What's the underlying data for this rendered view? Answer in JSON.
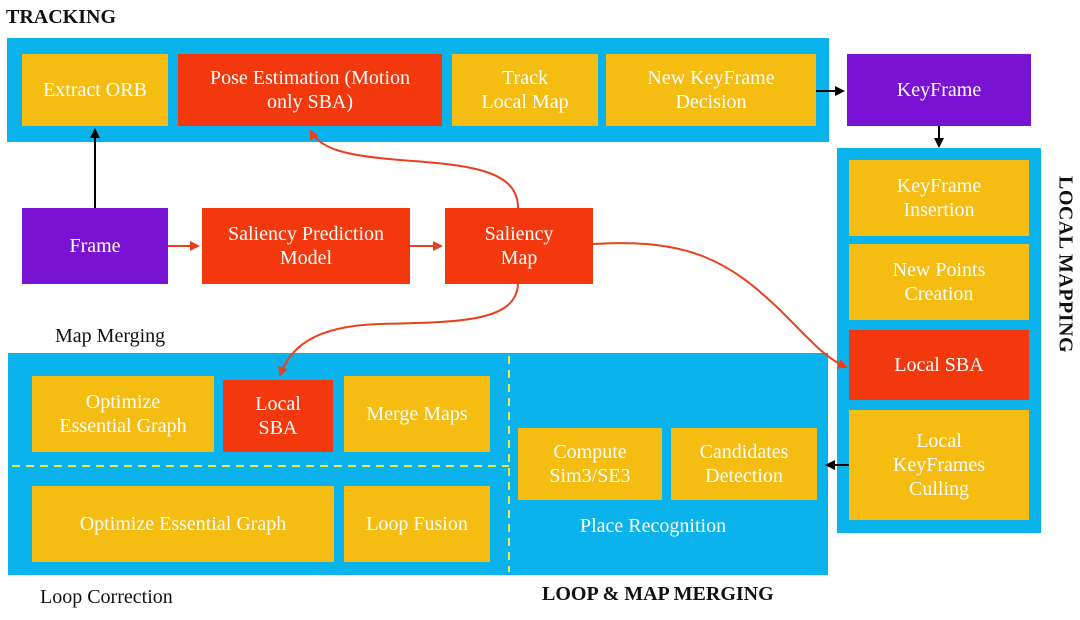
{
  "titles": {
    "tracking": "TRACKING",
    "local_mapping": "LOCAL MAPPING",
    "loop_map_merging": "LOOP & MAP MERGING",
    "map_merging": "Map Merging",
    "loop_correction": "Loop Correction",
    "place_recognition": "Place Recognition"
  },
  "tracking": {
    "extract_orb": "Extract ORB",
    "pose_estimation": "Pose Estimation (Motion\nonly SBA)",
    "track_local_map": "Track\nLocal Map",
    "new_keyframe_decision": "New KeyFrame\nDecision"
  },
  "keyframe": "KeyFrame",
  "frame": "Frame",
  "saliency_prediction": "Saliency Prediction\nModel",
  "saliency_map": "Saliency\nMap",
  "local_mapping": {
    "keyframe_insertion": "KeyFrame\nInsertion",
    "new_points_creation": "New Points\nCreation",
    "local_sba": "Local SBA",
    "local_keyframes_culling": "Local\nKeyFrames\nCulling"
  },
  "map_merging": {
    "optimize_essential_graph": "Optimize\nEssential Graph",
    "local_sba": "Local\nSBA",
    "merge_maps": "Merge Maps"
  },
  "loop_correction": {
    "optimize_essential_graph": "Optimize Essential Graph",
    "loop_fusion": "Loop Fusion"
  },
  "place_recognition": {
    "compute_sim3": "Compute\nSim3/SE3",
    "candidates_detection": "Candidates\nDetection"
  },
  "colors": {
    "region_blue": "#0bb3ec",
    "module_yellow": "#f5bc12",
    "module_red": "#f3380d",
    "module_purple": "#7a12d4",
    "arrow_red": "#e8401c",
    "arrow_black": "#000000",
    "divider_yellow": "#e8e94a"
  }
}
